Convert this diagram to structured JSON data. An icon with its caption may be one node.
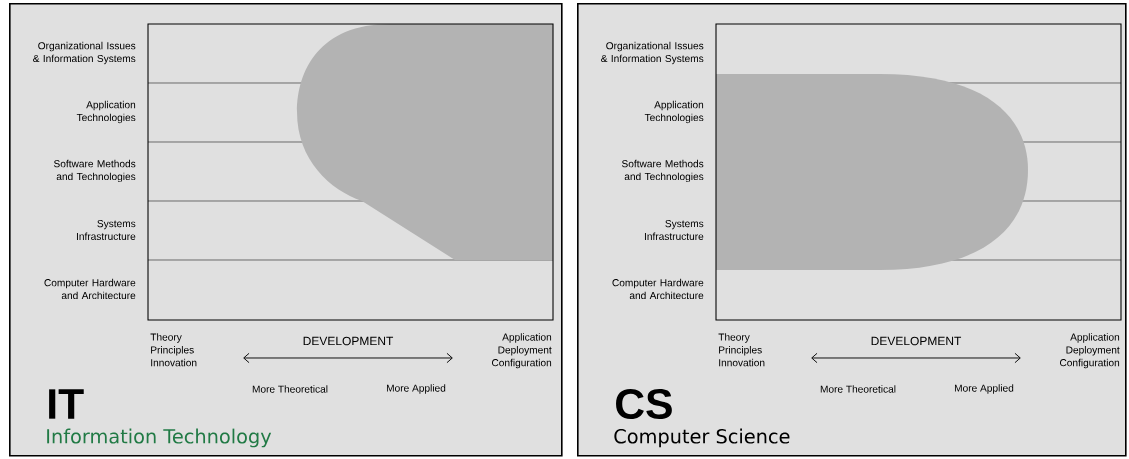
{
  "diagram": {
    "nodes": [
      {
        "text": [
          "IT",
          "Information Technology"
        ]
      },
      {
        "text": [
          "CS",
          "Computer Science"
        ]
      }
    ],
    "labels": [
      "Organizational Issues & Information Systems",
      "Application Technologies",
      "Software Methods and Technologies",
      "Systems Infrastructure",
      "Computer Hardware and Architecture",
      "Theory Principles Innovation",
      "DEVELOPMENT",
      "Application Deployment Configuration",
      "More Theoretical",
      "More Applied",
      "Organizational Issues & Information Systems",
      "Application Technologies",
      "Software Methods and Technologies",
      "Systems Infrastructure",
      "Computer Hardware and Architecture",
      "Theory Principles Innovation",
      "DEVELOPMENT",
      "Application Deployment Configuration",
      "More Theoretical",
      "More Applied"
    ]
  }
}
